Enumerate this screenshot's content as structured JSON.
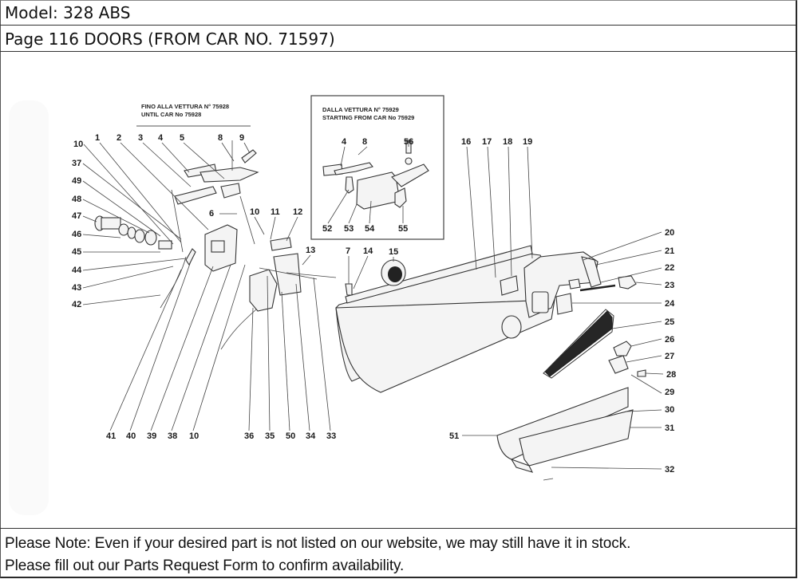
{
  "header": {
    "model": "Model: 328 ABS",
    "page_title": "Page 116  DOORS (FROM CAR NO. 71597)"
  },
  "diagram": {
    "left_group_caption": [
      "FINO ALLA VETTURA N° 75928",
      "UNTIL CAR No 75928"
    ],
    "inset_caption": [
      "DALLA  VETTURA  N° 75929",
      "STARTING FROM CAR No 75929"
    ],
    "callouts": {
      "top_left": [
        "10",
        "1",
        "2",
        "3",
        "4",
        "5",
        "8",
        "9"
      ],
      "left_column": [
        "37",
        "49",
        "48",
        "47",
        "46",
        "45",
        "44",
        "43",
        "42"
      ],
      "mid": [
        "6",
        "10",
        "11",
        "12",
        "13",
        "7",
        "14",
        "15"
      ],
      "inset": [
        "4",
        "8",
        "56",
        "52",
        "53",
        "54",
        "55"
      ],
      "top_right": [
        "16",
        "17",
        "18",
        "19"
      ],
      "right_column": [
        "20",
        "21",
        "22",
        "23",
        "24",
        "25",
        "26",
        "27",
        "28",
        "29",
        "30",
        "31",
        "32"
      ],
      "bottom_left": [
        "41",
        "40",
        "39",
        "38",
        "10"
      ],
      "bottom_mid": [
        "36",
        "35",
        "50",
        "34",
        "33"
      ],
      "bottom_right": [
        "51"
      ]
    }
  },
  "footer": {
    "note_line1": "Please Note: Even if your desired part is not listed on our website, we may still have it in stock.",
    "note_line2": "Please fill out our Parts Request Form to confirm availability."
  }
}
